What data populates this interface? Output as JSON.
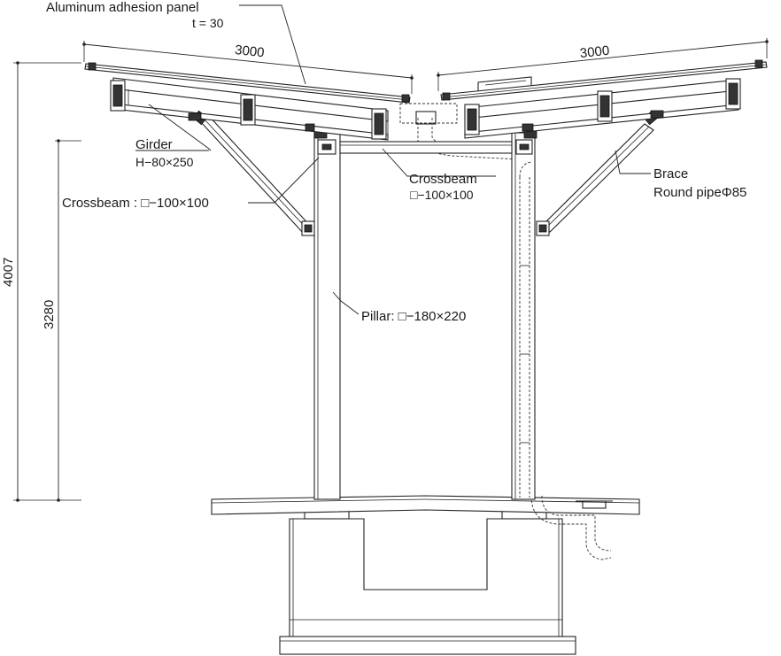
{
  "labels": {
    "panel_title": "Aluminum adhesion panel",
    "panel_thickness": "t = 30",
    "girder_title": "Girder",
    "girder_spec": "H−80×250",
    "crossbeam_left": "Crossbeam : □−100×100",
    "crossbeam_center_title": "Crossbeam",
    "crossbeam_center_spec": "□−100×100",
    "brace_title": "Brace",
    "brace_spec": "Round pipeΦ85",
    "pillar": "Pillar: □−180×220"
  },
  "dimensions": {
    "left_span": "3000",
    "right_span": "3000",
    "total_height": "4007",
    "pillar_height": "3280"
  }
}
